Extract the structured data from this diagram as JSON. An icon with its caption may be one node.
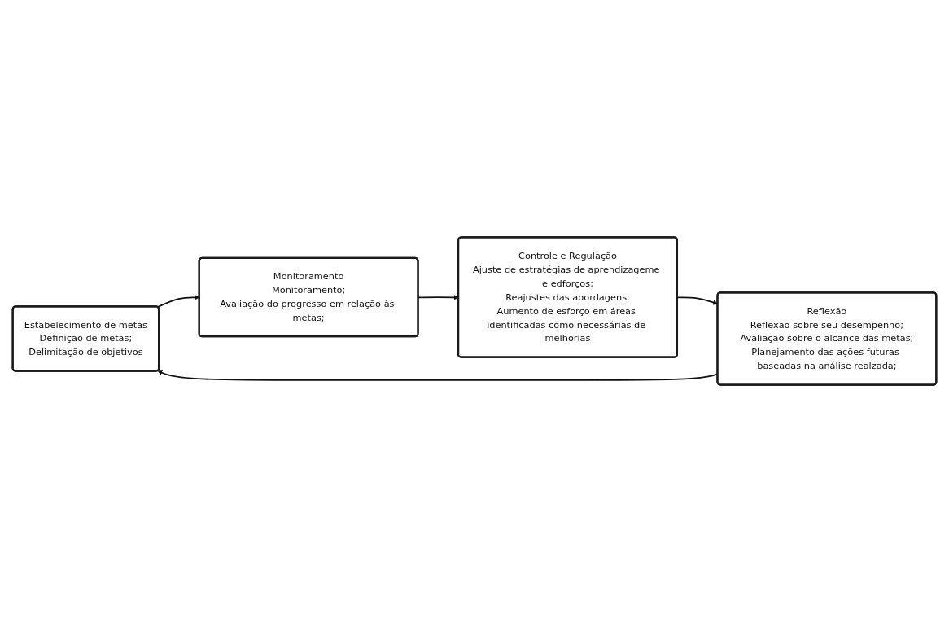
{
  "diagram": {
    "nodes": [
      {
        "text": [
          "Estabelecimento de metas",
          "Definição de metas;",
          "Delimitação de objetivos"
        ]
      },
      {
        "text": [
          "Monitoramento",
          "Monitoramento;",
          "Avaliação do progresso em relação às metas;"
        ]
      },
      {
        "text": [
          "Reflexão",
          "Reflexão sobre seu desempenho;",
          "Avaliação sobre o alcance das metas;",
          "Planejamento das ações futuras baseadas na análise realzada;"
        ]
      },
      {
        "text": [
          "Controle e Regulação",
          "Ajuste de estratégias de aprendizageme e edforços;",
          "Reajustes das abordagens;",
          "Aumento de esforço em áreas identificadas como necessárias de melhorias"
        ]
      }
    ],
    "edges": [
      {
        "from": 0,
        "to": 1,
        "arrow": "to"
      },
      {
        "from": 1,
        "to": 3,
        "arrow": "to"
      },
      {
        "from": 3,
        "to": 2,
        "arrow": "to"
      },
      {
        "from": 2,
        "to": 0,
        "arrow": "to"
      }
    ]
  }
}
